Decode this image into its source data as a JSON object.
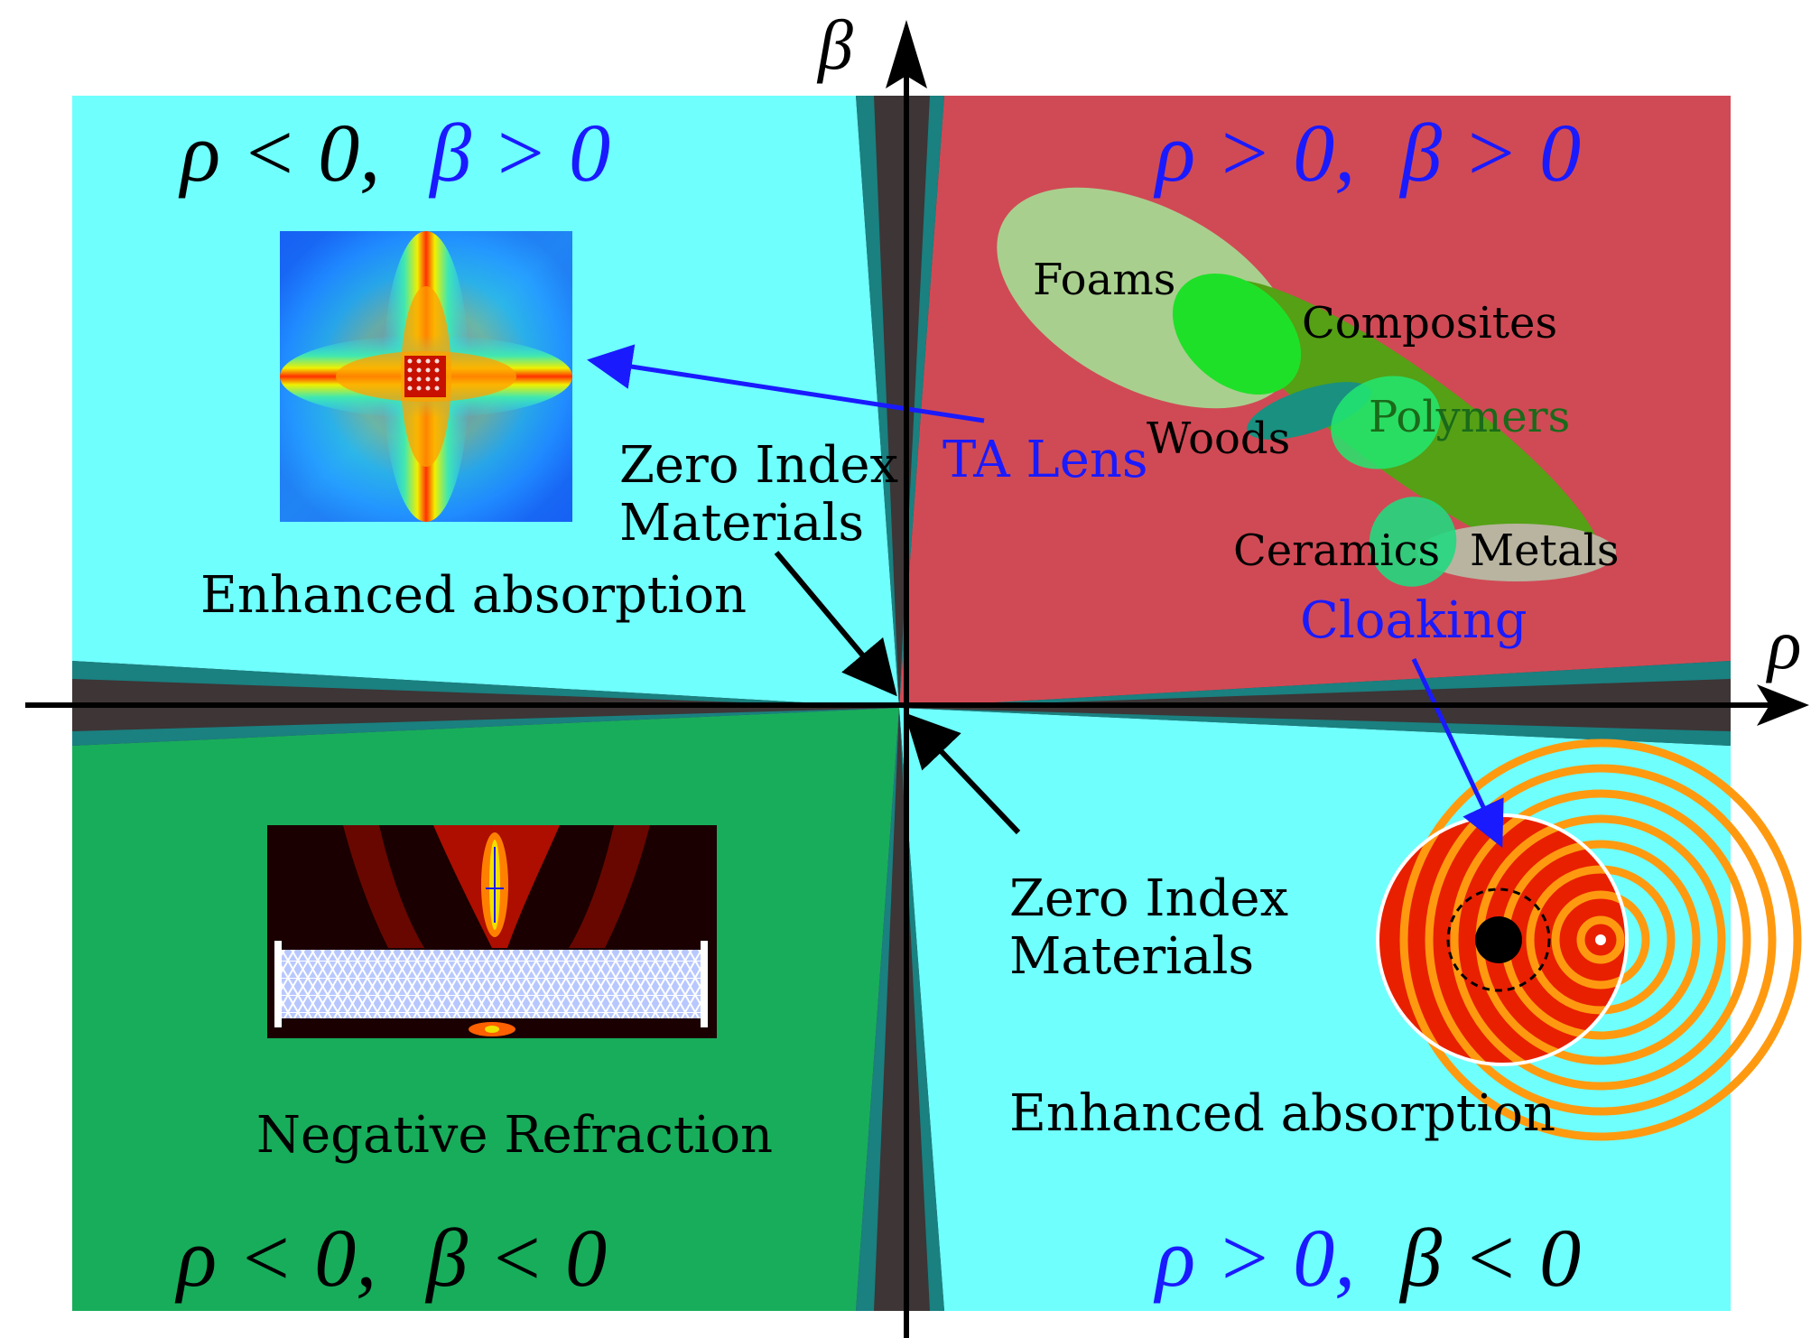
{
  "axes": {
    "x_label": "ρ",
    "y_label": "β"
  },
  "quadrants": {
    "top_left": {
      "rho": "ρ < 0,",
      "beta": "β > 0",
      "color": "#6ffffd"
    },
    "top_right": {
      "rho": "ρ > 0,",
      "beta": "β > 0",
      "color": "#d04a55"
    },
    "bottom_left": {
      "rho": "ρ < 0,",
      "beta": "β < 0",
      "color": "#18ad5b"
    },
    "bottom_right": {
      "rho": "ρ > 0,",
      "beta": "β < 0",
      "color": "#6ffffd"
    }
  },
  "labels": {
    "enhanced_absorption_top": "Enhanced absorption",
    "enhanced_absorption_bottom": "Enhanced absorption",
    "zero_index_top_line1": "Zero Index",
    "zero_index_top_line2": "Materials",
    "zero_index_bottom_line1": "Zero Index",
    "zero_index_bottom_line2": "Materials",
    "negative_refraction": "Negative Refraction",
    "ta_lens": "TA Lens",
    "cloaking": "Cloaking"
  },
  "materials": [
    "Foams",
    "Composites",
    "Woods",
    "Polymers",
    "Ceramics",
    "Metals"
  ],
  "colors": {
    "cyan_region": "#6ffffd",
    "red_region": "#d04a55",
    "green_region": "#18ad5b",
    "zero_wedge": "#3d3536",
    "zero_wedge_edge": "#1a8080",
    "blue_text": "#1a1aff"
  }
}
